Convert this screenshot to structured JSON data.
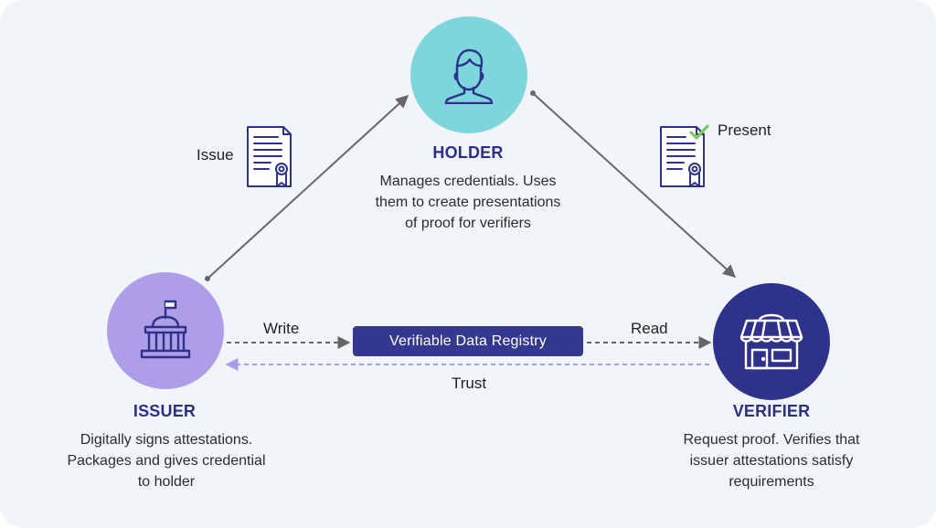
{
  "colors": {
    "background": "#f1f4f8",
    "holder_circle": "#7dd6dc",
    "issuer_circle": "#ae9ee8",
    "verifier_circle": "#2e328a",
    "registry_fill": "#34388f",
    "title_text": "#2d2f86",
    "arrow": "#666666",
    "trust_arrow": "#b3a8ea",
    "check": "#7cc96a"
  },
  "holder": {
    "icon": "person-icon",
    "title": "HOLDER",
    "desc_lines": [
      "Manages credentials. Uses",
      "them to create presentations",
      "of proof for verifiers"
    ]
  },
  "issuer": {
    "icon": "government-building-icon",
    "title": "ISSUER",
    "desc_lines": [
      "Digitally signs attestations.",
      "Packages and gives credential",
      "to holder"
    ]
  },
  "verifier": {
    "icon": "storefront-icon",
    "title": "VERIFIER",
    "desc_lines": [
      "Request proof. Verifies that",
      "issuer attestations satisfy",
      "requirements"
    ]
  },
  "registry": {
    "label": "Verifiable Data Registry"
  },
  "edges": {
    "issue": "Issue",
    "present": "Present",
    "write": "Write",
    "read": "Read",
    "trust": "Trust"
  }
}
